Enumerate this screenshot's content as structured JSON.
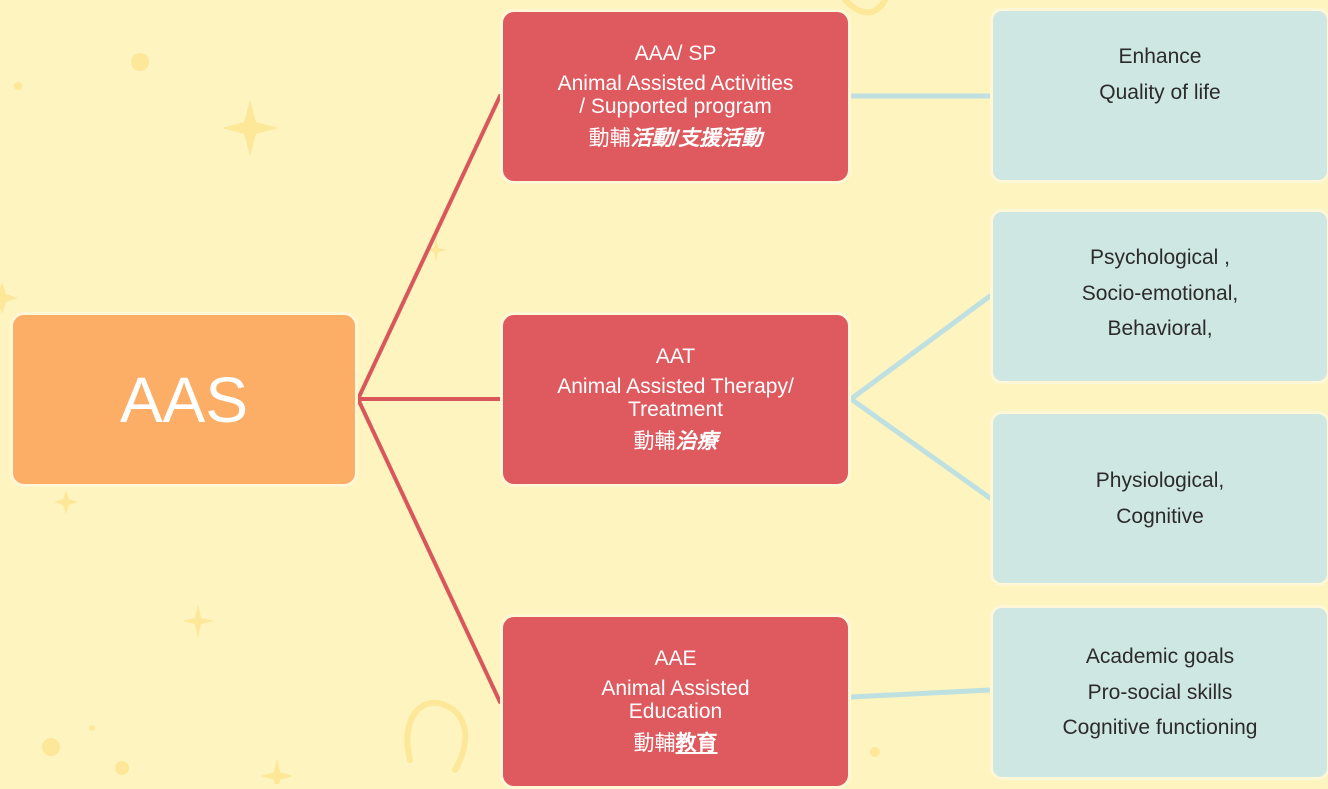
{
  "root": {
    "label": "AAS"
  },
  "branches": [
    {
      "code": "AAA/ SP",
      "english": "Animal Assisted Activities / Supported program",
      "english_lines": [
        "Animal Assisted Activities",
        "/ Supported program"
      ],
      "chinese_prefix": "動輔",
      "chinese_emphasis": "活動/支援活動"
    },
    {
      "code": "AAT",
      "english": "Animal Assisted Therapy/ Treatment",
      "english_lines": [
        "Animal Assisted Therapy/",
        "Treatment"
      ],
      "chinese_prefix": "動輔",
      "chinese_emphasis": "治療"
    },
    {
      "code": "AAE",
      "english": "Animal Assisted Education",
      "english_lines": [
        "Animal Assisted",
        "Education"
      ],
      "chinese_prefix": "動輔",
      "chinese_emphasis": "教育"
    }
  ],
  "outcomes": [
    {
      "lines": [
        "Enhance",
        "Quality of life"
      ]
    },
    {
      "lines": [
        "Psychological ,",
        "Socio-emotional,",
        "Behavioral,"
      ]
    },
    {
      "lines": [
        "Physiological,",
        "Cognitive"
      ]
    },
    {
      "lines": [
        "Academic goals",
        "Pro-social skills",
        "Cognitive functioning"
      ]
    }
  ],
  "colors": {
    "background": "#fdf4c0",
    "root_fill": "#fdae66",
    "branch_fill": "#de5a5e",
    "outcome_fill": "#cfe7e2",
    "root_connector": "#d9575b",
    "outcome_connector": "#bfe0e0"
  }
}
